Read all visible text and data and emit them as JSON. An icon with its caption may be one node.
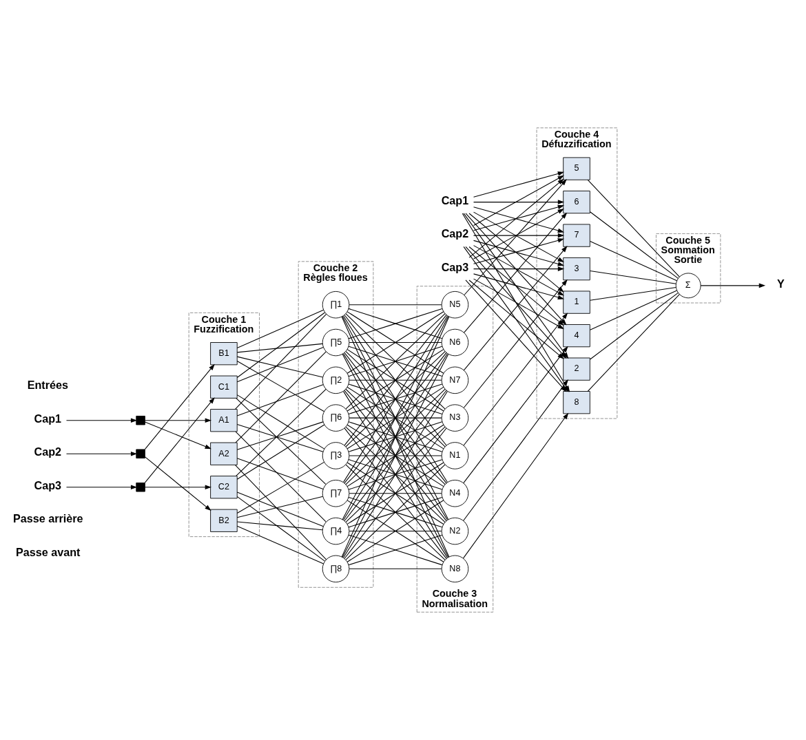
{
  "diagram": {
    "nodes": [
      {
        "text": [
          "Couche 1 Fuzzification"
        ]
      },
      {
        "text": [
          "Couche 2 Règles floues"
        ]
      },
      {
        "text": [
          "Couche 3 Normalisation"
        ]
      },
      {
        "text": [
          "Couche 4 Défuzzification"
        ]
      },
      {
        "text": [
          "Couche 5 Sommation Sortie"
        ]
      },
      {
        "text": [
          "Cap1"
        ]
      },
      {
        "text": [
          "Cap2"
        ]
      },
      {
        "text": [
          "Cap3"
        ]
      },
      {
        "text": [],
        "shape": "box"
      },
      {
        "text": [],
        "shape": "box"
      },
      {
        "text": [],
        "shape": "box"
      },
      {
        "text": [
          "A1"
        ],
        "in": 0
      },
      {
        "text": [
          "A2"
        ],
        "in": 0
      },
      {
        "text": [
          "B1"
        ],
        "in": 0
      },
      {
        "text": [
          "B2"
        ],
        "in": 0
      },
      {
        "text": [
          "C1"
        ],
        "in": 0
      },
      {
        "text": [
          "C2"
        ],
        "in": 0
      },
      {
        "text": [
          "∏1"
        ],
        "in": 1
      },
      {
        "text": [
          "∏2"
        ],
        "in": 1
      },
      {
        "text": [
          "∏3"
        ],
        "in": 1
      },
      {
        "text": [
          "∏4"
        ],
        "in": 1
      },
      {
        "text": [
          "∏5"
        ],
        "in": 1
      },
      {
        "text": [
          "∏6"
        ],
        "in": 1
      },
      {
        "text": [
          "∏7"
        ],
        "in": 1
      },
      {
        "text": [
          "∏8"
        ],
        "in": 1
      },
      {
        "text": [
          "N1"
        ],
        "in": 2
      },
      {
        "text": [
          "N2"
        ],
        "in": 2
      },
      {
        "text": [
          "N3"
        ],
        "in": 2
      },
      {
        "text": [
          "N4"
        ],
        "in": 2
      },
      {
        "text": [
          "N5"
        ],
        "in": 2
      },
      {
        "text": [
          "N6"
        ],
        "in": 2
      },
      {
        "text": [
          "N7"
        ],
        "in": 2
      },
      {
        "text": [
          "N8"
        ],
        "in": 2
      },
      {
        "text": [
          "Cap1"
        ]
      },
      {
        "text": [
          "Cap2"
        ]
      },
      {
        "text": [
          "Cap3"
        ]
      },
      {
        "text": [
          "1"
        ],
        "in": 3
      },
      {
        "text": [
          "2"
        ],
        "in": 3
      },
      {
        "text": [
          "3"
        ],
        "in": 3
      },
      {
        "text": [
          "4"
        ],
        "in": 3
      },
      {
        "text": [
          "5"
        ],
        "in": 3
      },
      {
        "text": [
          "6"
        ],
        "in": 3
      },
      {
        "text": [
          "7"
        ],
        "in": 3
      },
      {
        "text": [
          "8"
        ],
        "in": 3
      },
      {
        "text": [
          "Σ"
        ],
        "in": 4
      },
      {
        "text": [
          "Y"
        ]
      }
    ],
    "edges": [
      {
        "from": 5,
        "to": 8,
        "arrow": "to"
      },
      {
        "from": 6,
        "to": 9,
        "arrow": "to"
      },
      {
        "from": 7,
        "to": 10,
        "arrow": "to"
      },
      {
        "from": 8,
        "to": 11,
        "arrow": "to"
      },
      {
        "from": 8,
        "to": 12,
        "arrow": "to"
      },
      {
        "from": 9,
        "to": 13,
        "arrow": "to"
      },
      {
        "from": 9,
        "to": 14,
        "arrow": "to"
      },
      {
        "from": 10,
        "to": 15,
        "arrow": "to"
      },
      {
        "from": 10,
        "to": 16,
        "arrow": "to"
      },
      {
        "from": 11,
        "to": 17,
        "arrow": "none"
      },
      {
        "from": 13,
        "to": 17,
        "arrow": "none"
      },
      {
        "from": 15,
        "to": 17,
        "arrow": "none"
      },
      {
        "from": 11,
        "to": 18,
        "arrow": "none"
      },
      {
        "from": 13,
        "to": 18,
        "arrow": "none"
      },
      {
        "from": 16,
        "to": 18,
        "arrow": "none"
      },
      {
        "from": 11,
        "to": 19,
        "arrow": "none"
      },
      {
        "from": 14,
        "to": 19,
        "arrow": "none"
      },
      {
        "from": 15,
        "to": 19,
        "arrow": "none"
      },
      {
        "from": 11,
        "to": 20,
        "arrow": "none"
      },
      {
        "from": 14,
        "to": 20,
        "arrow": "none"
      },
      {
        "from": 16,
        "to": 20,
        "arrow": "none"
      },
      {
        "from": 12,
        "to": 21,
        "arrow": "none"
      },
      {
        "from": 13,
        "to": 21,
        "arrow": "none"
      },
      {
        "from": 15,
        "to": 21,
        "arrow": "none"
      },
      {
        "from": 12,
        "to": 22,
        "arrow": "none"
      },
      {
        "from": 13,
        "to": 22,
        "arrow": "none"
      },
      {
        "from": 16,
        "to": 22,
        "arrow": "none"
      },
      {
        "from": 12,
        "to": 23,
        "arrow": "none"
      },
      {
        "from": 14,
        "to": 23,
        "arrow": "none"
      },
      {
        "from": 15,
        "to": 23,
        "arrow": "none"
      },
      {
        "from": 12,
        "to": 24,
        "arrow": "none"
      },
      {
        "from": 14,
        "to": 24,
        "arrow": "none"
      },
      {
        "from": 16,
        "to": 24,
        "arrow": "none"
      },
      {
        "from": 17,
        "to": 25,
        "arrow": "none"
      },
      {
        "from": 17,
        "to": 26,
        "arrow": "none"
      },
      {
        "from": 17,
        "to": 27,
        "arrow": "none"
      },
      {
        "from": 17,
        "to": 28,
        "arrow": "none"
      },
      {
        "from": 17,
        "to": 29,
        "arrow": "none"
      },
      {
        "from": 17,
        "to": 30,
        "arrow": "none"
      },
      {
        "from": 17,
        "to": 31,
        "arrow": "none"
      },
      {
        "from": 17,
        "to": 32,
        "arrow": "none"
      },
      {
        "from": 18,
        "to": 25,
        "arrow": "none"
      },
      {
        "from": 18,
        "to": 26,
        "arrow": "none"
      },
      {
        "from": 18,
        "to": 27,
        "arrow": "none"
      },
      {
        "from": 18,
        "to": 28,
        "arrow": "none"
      },
      {
        "from": 18,
        "to": 29,
        "arrow": "none"
      },
      {
        "from": 18,
        "to": 30,
        "arrow": "none"
      },
      {
        "from": 18,
        "to": 31,
        "arrow": "none"
      },
      {
        "from": 18,
        "to": 32,
        "arrow": "none"
      },
      {
        "from": 19,
        "to": 25,
        "arrow": "none"
      },
      {
        "from": 19,
        "to": 26,
        "arrow": "none"
      },
      {
        "from": 19,
        "to": 27,
        "arrow": "none"
      },
      {
        "from": 19,
        "to": 28,
        "arrow": "none"
      },
      {
        "from": 19,
        "to": 29,
        "arrow": "none"
      },
      {
        "from": 19,
        "to": 30,
        "arrow": "none"
      },
      {
        "from": 19,
        "to": 31,
        "arrow": "none"
      },
      {
        "from": 19,
        "to": 32,
        "arrow": "none"
      },
      {
        "from": 20,
        "to": 25,
        "arrow": "none"
      },
      {
        "from": 20,
        "to": 26,
        "arrow": "none"
      },
      {
        "from": 20,
        "to": 27,
        "arrow": "none"
      },
      {
        "from": 20,
        "to": 28,
        "arrow": "none"
      },
      {
        "from": 20,
        "to": 29,
        "arrow": "none"
      },
      {
        "from": 20,
        "to": 30,
        "arrow": "none"
      },
      {
        "from": 20,
        "to": 31,
        "arrow": "none"
      },
      {
        "from": 20,
        "to": 32,
        "arrow": "none"
      },
      {
        "from": 21,
        "to": 25,
        "arrow": "none"
      },
      {
        "from": 21,
        "to": 26,
        "arrow": "none"
      },
      {
        "from": 21,
        "to": 27,
        "arrow": "none"
      },
      {
        "from": 21,
        "to": 28,
        "arrow": "none"
      },
      {
        "from": 21,
        "to": 29,
        "arrow": "none"
      },
      {
        "from": 21,
        "to": 30,
        "arrow": "none"
      },
      {
        "from": 21,
        "to": 31,
        "arrow": "none"
      },
      {
        "from": 21,
        "to": 32,
        "arrow": "none"
      },
      {
        "from": 22,
        "to": 25,
        "arrow": "none"
      },
      {
        "from": 22,
        "to": 26,
        "arrow": "none"
      },
      {
        "from": 22,
        "to": 27,
        "arrow": "none"
      },
      {
        "from": 22,
        "to": 28,
        "arrow": "none"
      },
      {
        "from": 22,
        "to": 29,
        "arrow": "none"
      },
      {
        "from": 22,
        "to": 30,
        "arrow": "none"
      },
      {
        "from": 22,
        "to": 31,
        "arrow": "none"
      },
      {
        "from": 22,
        "to": 32,
        "arrow": "none"
      },
      {
        "from": 23,
        "to": 25,
        "arrow": "none"
      },
      {
        "from": 23,
        "to": 26,
        "arrow": "none"
      },
      {
        "from": 23,
        "to": 27,
        "arrow": "none"
      },
      {
        "from": 23,
        "to": 28,
        "arrow": "none"
      },
      {
        "from": 23,
        "to": 29,
        "arrow": "none"
      },
      {
        "from": 23,
        "to": 30,
        "arrow": "none"
      },
      {
        "from": 23,
        "to": 31,
        "arrow": "none"
      },
      {
        "from": 23,
        "to": 32,
        "arrow": "none"
      },
      {
        "from": 24,
        "to": 25,
        "arrow": "none"
      },
      {
        "from": 24,
        "to": 26,
        "arrow": "none"
      },
      {
        "from": 24,
        "to": 27,
        "arrow": "none"
      },
      {
        "from": 24,
        "to": 28,
        "arrow": "none"
      },
      {
        "from": 24,
        "to": 29,
        "arrow": "none"
      },
      {
        "from": 24,
        "to": 30,
        "arrow": "none"
      },
      {
        "from": 24,
        "to": 31,
        "arrow": "none"
      },
      {
        "from": 24,
        "to": 32,
        "arrow": "none"
      },
      {
        "from": 25,
        "to": 36,
        "arrow": "to"
      },
      {
        "from": 26,
        "to": 37,
        "arrow": "to"
      },
      {
        "from": 27,
        "to": 38,
        "arrow": "to"
      },
      {
        "from": 28,
        "to": 39,
        "arrow": "to"
      },
      {
        "from": 29,
        "to": 40,
        "arrow": "to"
      },
      {
        "from": 30,
        "to": 41,
        "arrow": "to"
      },
      {
        "from": 31,
        "to": 42,
        "arrow": "to"
      },
      {
        "from": 32,
        "to": 43,
        "arrow": "to"
      },
      {
        "from": 33,
        "to": 36,
        "arrow": "to"
      },
      {
        "from": 34,
        "to": 36,
        "arrow": "to"
      },
      {
        "from": 35,
        "to": 36,
        "arrow": "to"
      },
      {
        "from": 33,
        "to": 37,
        "arrow": "to"
      },
      {
        "from": 34,
        "to": 37,
        "arrow": "to"
      },
      {
        "from": 35,
        "to": 37,
        "arrow": "to"
      },
      {
        "from": 33,
        "to": 38,
        "arrow": "to"
      },
      {
        "from": 34,
        "to": 38,
        "arrow": "to"
      },
      {
        "from": 35,
        "to": 38,
        "arrow": "to"
      },
      {
        "from": 33,
        "to": 39,
        "arrow": "to"
      },
      {
        "from": 34,
        "to": 39,
        "arrow": "to"
      },
      {
        "from": 35,
        "to": 39,
        "arrow": "to"
      },
      {
        "from": 33,
        "to": 40,
        "arrow": "to"
      },
      {
        "from": 34,
        "to": 40,
        "arrow": "to"
      },
      {
        "from": 35,
        "to": 40,
        "arrow": "to"
      },
      {
        "from": 33,
        "to": 41,
        "arrow": "to"
      },
      {
        "from": 34,
        "to": 41,
        "arrow": "to"
      },
      {
        "from": 35,
        "to": 41,
        "arrow": "to"
      },
      {
        "from": 33,
        "to": 42,
        "arrow": "to"
      },
      {
        "from": 34,
        "to": 42,
        "arrow": "to"
      },
      {
        "from": 35,
        "to": 42,
        "arrow": "to"
      },
      {
        "from": 33,
        "to": 43,
        "arrow": "to"
      },
      {
        "from": 34,
        "to": 43,
        "arrow": "to"
      },
      {
        "from": 35,
        "to": 43,
        "arrow": "to"
      },
      {
        "from": 36,
        "to": 44,
        "arrow": "none"
      },
      {
        "from": 37,
        "to": 44,
        "arrow": "none"
      },
      {
        "from": 38,
        "to": 44,
        "arrow": "none"
      },
      {
        "from": 39,
        "to": 44,
        "arrow": "none"
      },
      {
        "from": 40,
        "to": 44,
        "arrow": "none"
      },
      {
        "from": 41,
        "to": 44,
        "arrow": "none"
      },
      {
        "from": 42,
        "to": 44,
        "arrow": "none"
      },
      {
        "from": 43,
        "to": 44,
        "arrow": "none"
      },
      {
        "from": 44,
        "to": 45,
        "arrow": "to"
      }
    ],
    "labels": [
      "Entrées",
      "Passe arrière",
      "Passe avant"
    ]
  }
}
